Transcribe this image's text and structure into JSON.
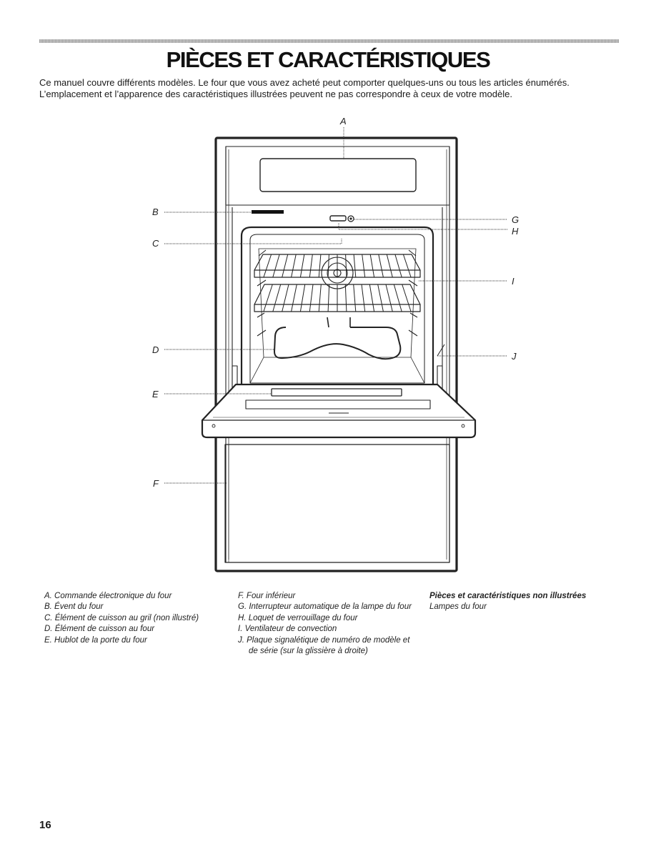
{
  "document": {
    "title": "PIÈCES ET CARACTÉRISTIQUES",
    "intro_lines": [
      "Ce manuel couvre différents modèles. Le four que vous avez acheté peut comporter quelques-uns ou tous les articles énumérés.",
      "L’emplacement et l’apparence des caractéristiques illustrées peuvent ne pas correspondre à ceux de votre modèle."
    ],
    "page_number": "16"
  },
  "diagram": {
    "callouts": [
      "A",
      "B",
      "C",
      "D",
      "E",
      "F",
      "G",
      "H",
      "I",
      "J"
    ]
  },
  "legend": {
    "column1": [
      "A. Commande électronique du four",
      "B. Évent du four",
      "C. Élément de cuisson au gril (non illustré)",
      "D. Élément de cuisson au four",
      "E. Hublot de la porte du four"
    ],
    "column2": [
      "F. Four inférieur",
      "G. Interrupteur automatique de la lampe du four",
      "H. Loquet de verrouillage du four",
      "I. Ventilateur de convection",
      "J. Plaque signalétique de numéro de modèle et",
      "de série (sur la glissière à droite)"
    ],
    "column3_title": "Pièces et caractéristiques non illustrées",
    "column3": [
      "Lampes du four"
    ]
  }
}
